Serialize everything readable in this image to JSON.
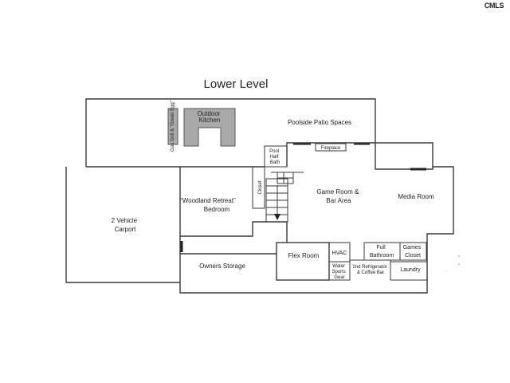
{
  "title": "Lower Level",
  "logo": {
    "text": "CMLS"
  },
  "rooms": {
    "gas_grill": "Gas Grill & \"Green Egg\"",
    "outdoor_kitchen": [
      "Outdoor",
      "Kitchen"
    ],
    "poolside": "Poolside Patio Spaces",
    "fireplace": "Fireplace",
    "pool_half_bath": [
      "Pool",
      "Half",
      "Bath"
    ],
    "closet": "Closet",
    "woodland": [
      "“Woodland Retreat”",
      "Bedroom"
    ],
    "game_room": [
      "Game Room &",
      "Bar Area"
    ],
    "media_room": "Media Room",
    "carport": [
      "2 Vehicle",
      "Carport"
    ],
    "owners_storage": "Owners Storage",
    "flex_room": "Flex Room",
    "hvac": "HVAC",
    "water_sports": [
      "Water",
      "Sports",
      "Gear"
    ],
    "refrigerator": [
      "2nd Refrigerator",
      "& Coffee Bar"
    ],
    "full_bathroom": [
      "Full",
      "Bathroom"
    ],
    "games_closet": [
      "Games",
      "Closet"
    ],
    "laundry": "Laundry"
  }
}
